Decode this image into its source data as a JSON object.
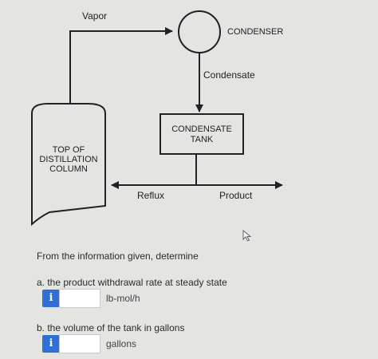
{
  "diagram": {
    "vapor": "Vapor",
    "condenser": "CONDENSER",
    "condensate": "Condensate",
    "tank_line1": "CONDENSATE",
    "tank_line2": "TANK",
    "column_line1": "TOP OF",
    "column_line2": "DISTILLATION",
    "column_line3": "COLUMN",
    "reflux": "Reflux",
    "product": "Product"
  },
  "question": {
    "intro": "From the information given, determine",
    "part_a": {
      "label": "a. the product withdrawal rate at steady state",
      "info_icon": "i",
      "value": "",
      "unit": "lb-mol/h"
    },
    "part_b": {
      "label": "b. the volume of the tank in gallons",
      "info_icon": "i",
      "value": "",
      "unit": "gallons"
    }
  },
  "colors": {
    "background": "#e4e4e2",
    "info_button": "#2f6fd6",
    "diagram_stroke": "#222222"
  },
  "icons": [
    "info-icon",
    "mouse-cursor-icon"
  ]
}
